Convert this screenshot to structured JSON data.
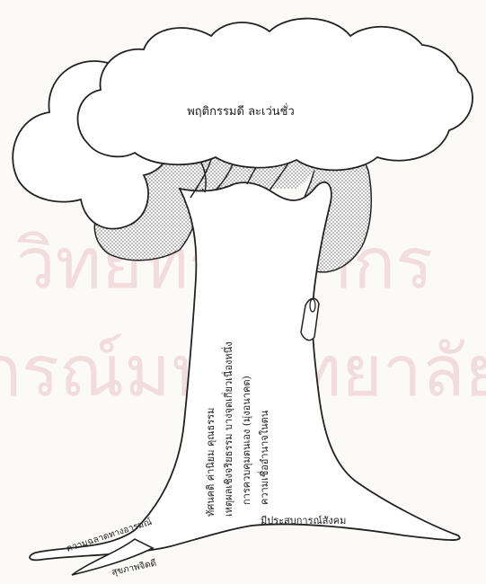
{
  "watermark": {
    "line1": "วิทยทรัพยากร",
    "line2": "กรณ์มหาวิทยาลัย"
  },
  "canopy": {
    "label": "พฤติกรรมดี  ละเว่นชั่ว"
  },
  "trunk": {
    "lines": [
      "ทัศนคติ  ค่านิยม  คุณธรรม",
      "เหตุผลเชิงจริยธรรม  บางจุดเกี่ยวเนื่องหนึ่ง",
      "การควบคุมตนเอง  (มุ่งอนาคต)",
      "ความเชื่ออำนาจในตน"
    ]
  },
  "roots": {
    "base_label": "มีประสบการณ์สังคม",
    "left_root_label": "ความฉลาดทางอารมณ์",
    "bottom_root_label": "สุขภาพจิตดี"
  }
}
